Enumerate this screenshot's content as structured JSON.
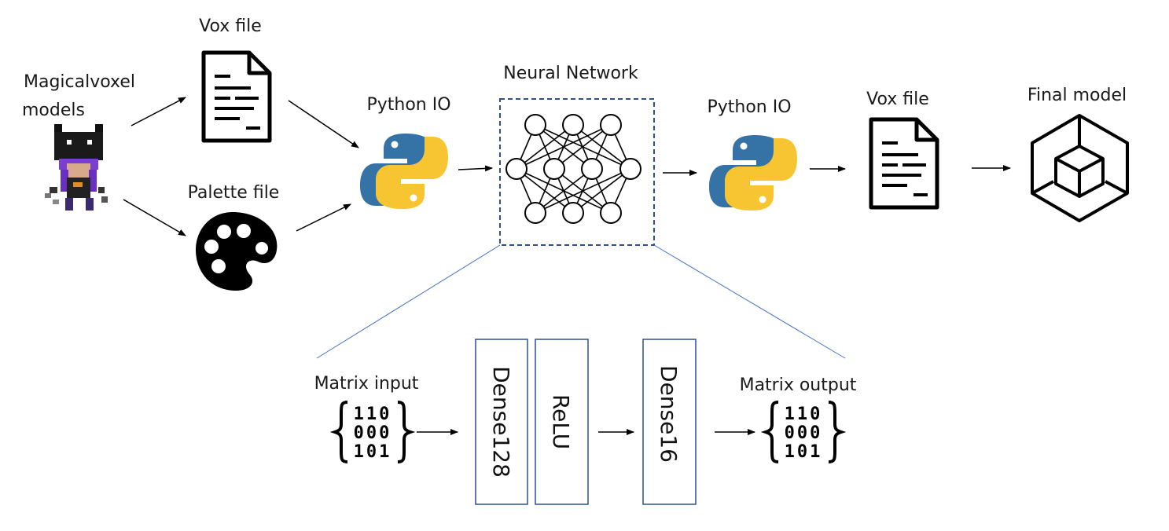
{
  "labels": {
    "magicalvoxel_line1": "Magicalvoxel",
    "magicalvoxel_line2": "models",
    "vox_file_in": "Vox file",
    "palette_file": "Palette file",
    "python_io_in": "Python IO",
    "neural_network": "Neural Network",
    "python_io_out": "Python IO",
    "vox_file_out": "Vox file",
    "final_model": "Final model",
    "matrix_input": "Matrix input",
    "matrix_output": "Matrix output"
  },
  "layers": [
    {
      "key": "dense128",
      "label": "Dense128"
    },
    {
      "key": "relu",
      "label": "ReLU"
    },
    {
      "key": "dense16",
      "label": "Dense16"
    }
  ],
  "matrix_rows": [
    "110",
    "000",
    "101"
  ],
  "colors": {
    "layer_border": "#2f4f8f",
    "zoom_line": "#4472c4",
    "python_blue": "#3572a5",
    "python_yellow": "#f7c531",
    "voxel_purple": "#7a3fd1"
  },
  "icons": [
    "voxel-character-icon",
    "document-icon",
    "palette-icon",
    "python-logo-icon",
    "neural-network-icon",
    "cube-icon",
    "matrix-icon"
  ]
}
